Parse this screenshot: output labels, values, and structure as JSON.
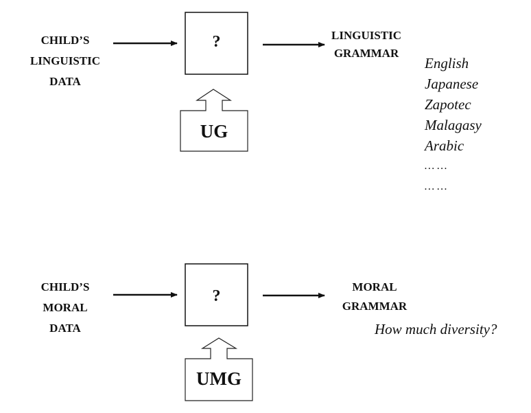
{
  "panels": {
    "linguistic": {
      "input_label": [
        "CHILD’S",
        "LINGUISTIC",
        "DATA"
      ],
      "box_label": "?",
      "innate_label": "UG",
      "output_label": [
        "LINGUISTIC",
        "GRAMMAR"
      ],
      "examples": [
        "English",
        "Japanese",
        "Zapotec",
        "Malagasy",
        "Arabic",
        "… …",
        "… …"
      ]
    },
    "moral": {
      "input_label": [
        "CHILD’S",
        "MORAL",
        "DATA"
      ],
      "box_label": "?",
      "innate_label": "UMG",
      "output_label": [
        "MORAL",
        "GRAMMAR"
      ],
      "question": "How much diversity?"
    }
  }
}
